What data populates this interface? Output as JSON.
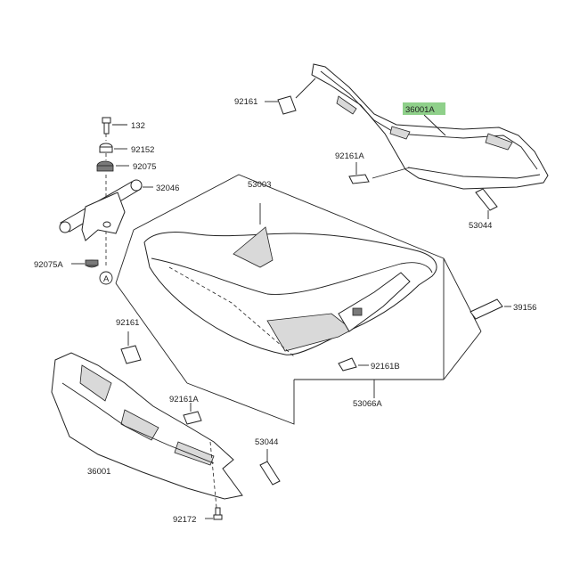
{
  "labels": {
    "p92161_top": "92161",
    "p36001A": "36001A",
    "p92161A_top": "92161A",
    "p53044_top": "53044",
    "p132": "132",
    "p92152": "92152",
    "p92075": "92075",
    "p32046": "32046",
    "p92075A": "92075A",
    "refA": "A",
    "p53003": "53003",
    "p39156": "39156",
    "p92161B": "92161B",
    "p53066A": "53066A",
    "p92161_left": "92161",
    "p92161A_left": "92161A",
    "p36001": "36001",
    "p53044_bottom": "53044",
    "p92172": "92172"
  },
  "highlight_color": "#8fd08a"
}
